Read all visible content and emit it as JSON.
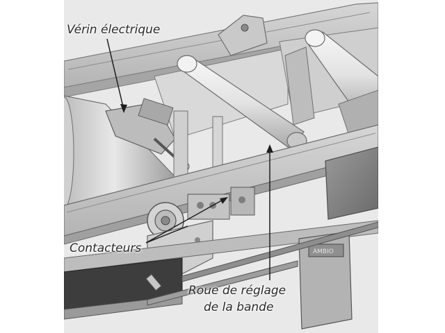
{
  "labels": {
    "verin": "Vérin électrique",
    "contacteurs": "Contacteurs",
    "roue_line1": "Roue de réglage",
    "roue_line2": "de la bande"
  },
  "plate_text": "AMBIO",
  "colors": {
    "background": "#e9e9e9",
    "frame": "#c8c8c8",
    "roller": "#dcdcdc",
    "motor_box": "#8c8c8c",
    "label_text": "#2a2a2a"
  }
}
